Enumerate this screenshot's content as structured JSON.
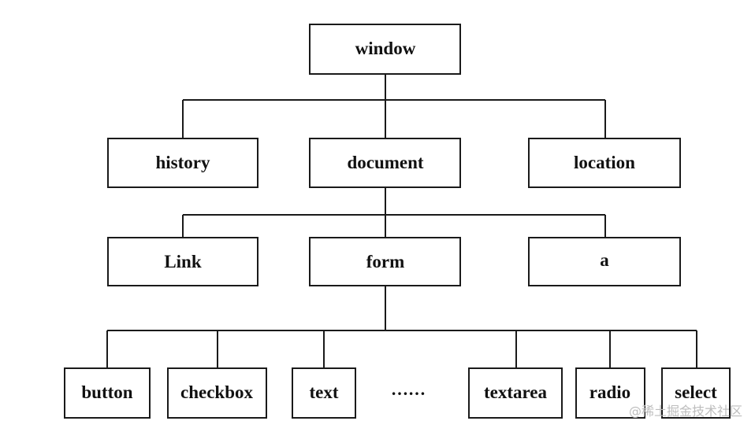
{
  "nodes": {
    "window": "window",
    "history": "history",
    "document": "document",
    "location": "location",
    "link": "Link",
    "form": "form",
    "a": "a",
    "button": "button",
    "checkbox": "checkbox",
    "text": "text",
    "textarea": "textarea",
    "radio": "radio",
    "select": "select"
  },
  "ellipsis": "……",
  "watermark": "@稀土掘金技术社区"
}
